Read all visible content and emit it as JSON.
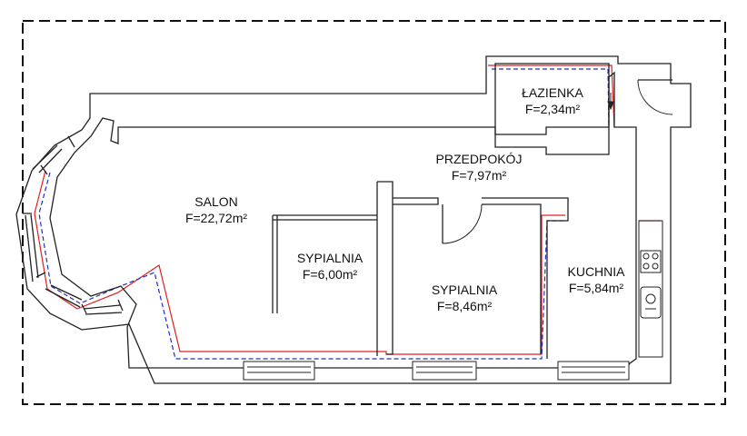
{
  "plan": {
    "rooms": [
      {
        "id": "salon",
        "name": "SALON",
        "area": "F=22,72m²"
      },
      {
        "id": "sypialnia-1",
        "name": "SYPIALNIA",
        "area": "F=6,00m²"
      },
      {
        "id": "sypialnia-2",
        "name": "SYPIALNIA",
        "area": "F=8,46m²"
      },
      {
        "id": "przedpokoj",
        "name": "PRZEDPOKÓJ",
        "area": "F=7,97m²"
      },
      {
        "id": "lazienka",
        "name": "ŁAZIENKA",
        "area": "F=2,34m²"
      },
      {
        "id": "kuchnia",
        "name": "KUCHNIA",
        "area": "F=5,84m²"
      }
    ],
    "colors": {
      "wall": "#222222",
      "boundary_dashed": "#111111",
      "heating_red": "#e02020",
      "heating_blue": "#2030c0"
    }
  }
}
